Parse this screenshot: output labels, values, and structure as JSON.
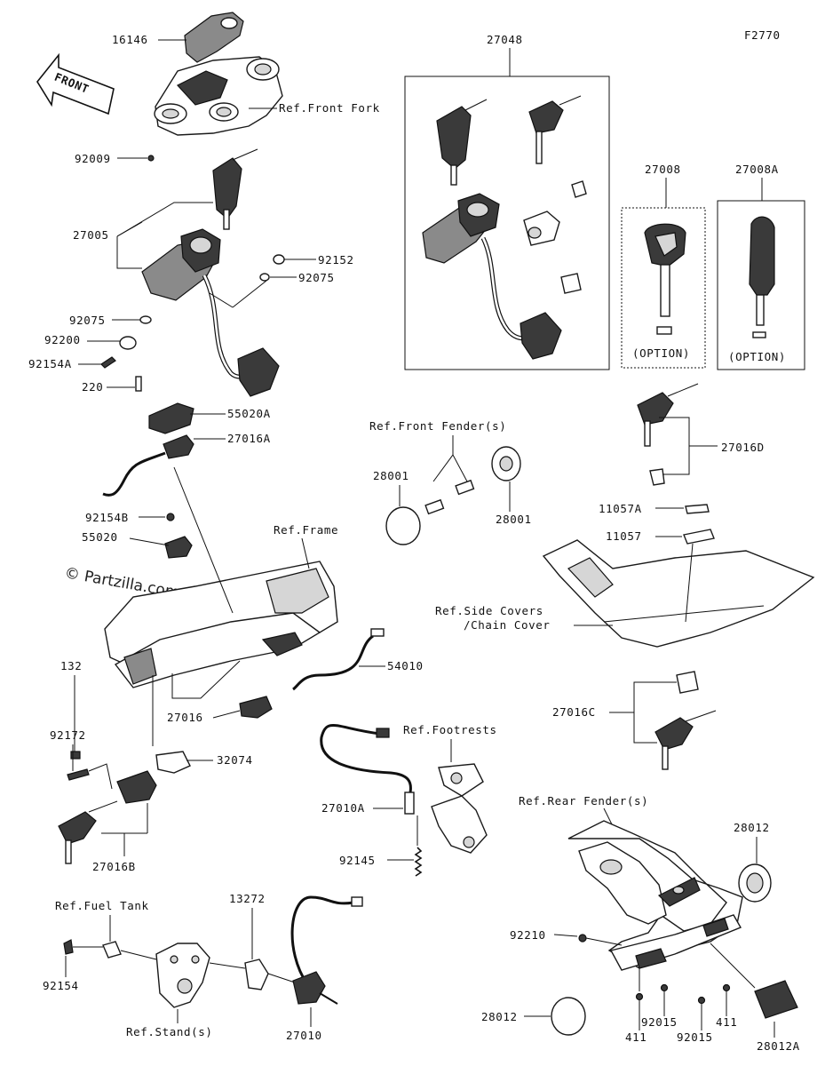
{
  "figure_code": "F2770",
  "front_label": "FRONT",
  "watermark": "© Partzilla.com",
  "parts": {
    "p16146": "16146",
    "ref_front_fork": "Ref.Front Fork",
    "p92009": "92009",
    "p27005": "27005",
    "p92152": "92152",
    "p92075a": "92075",
    "p92075b": "92075",
    "p92200": "92200",
    "p92154A": "92154A",
    "p220": "220",
    "p55020A": "55020A",
    "p27016A": "27016A",
    "p92154B": "92154B",
    "p55020": "55020",
    "ref_frame": "Ref.Frame",
    "p132": "132",
    "p54010": "54010",
    "p27016": "27016",
    "p92172": "92172",
    "p32074": "32074",
    "p27016B": "27016B",
    "p27048": "27048",
    "p27008": "27008",
    "p27008A": "27008A",
    "option1": "(OPTION)",
    "option2": "(OPTION)",
    "ref_front_fender": "Ref.Front Fender(s)",
    "p28001a": "28001",
    "p28001b": "28001",
    "p27016D": "27016D",
    "p11057A": "11057A",
    "p11057": "11057",
    "ref_side_covers_1": "Ref.Side Covers",
    "ref_side_covers_2": "/Chain Cover",
    "p27016C": "27016C",
    "ref_footrests": "Ref.Footrests",
    "p27010A": "27010A",
    "p92145": "92145",
    "ref_rear_fender": "Ref.Rear Fender(s)",
    "p28012a": "28012",
    "p92210": "92210",
    "p28012b": "28012",
    "p411a": "411",
    "p92015a": "92015",
    "p92015b": "92015",
    "p411b": "411",
    "p28012A": "28012A",
    "ref_fuel_tank": "Ref.Fuel Tank",
    "p92154": "92154",
    "p13272": "13272",
    "ref_stand": "Ref.Stand(s)",
    "p27010": "27010"
  }
}
